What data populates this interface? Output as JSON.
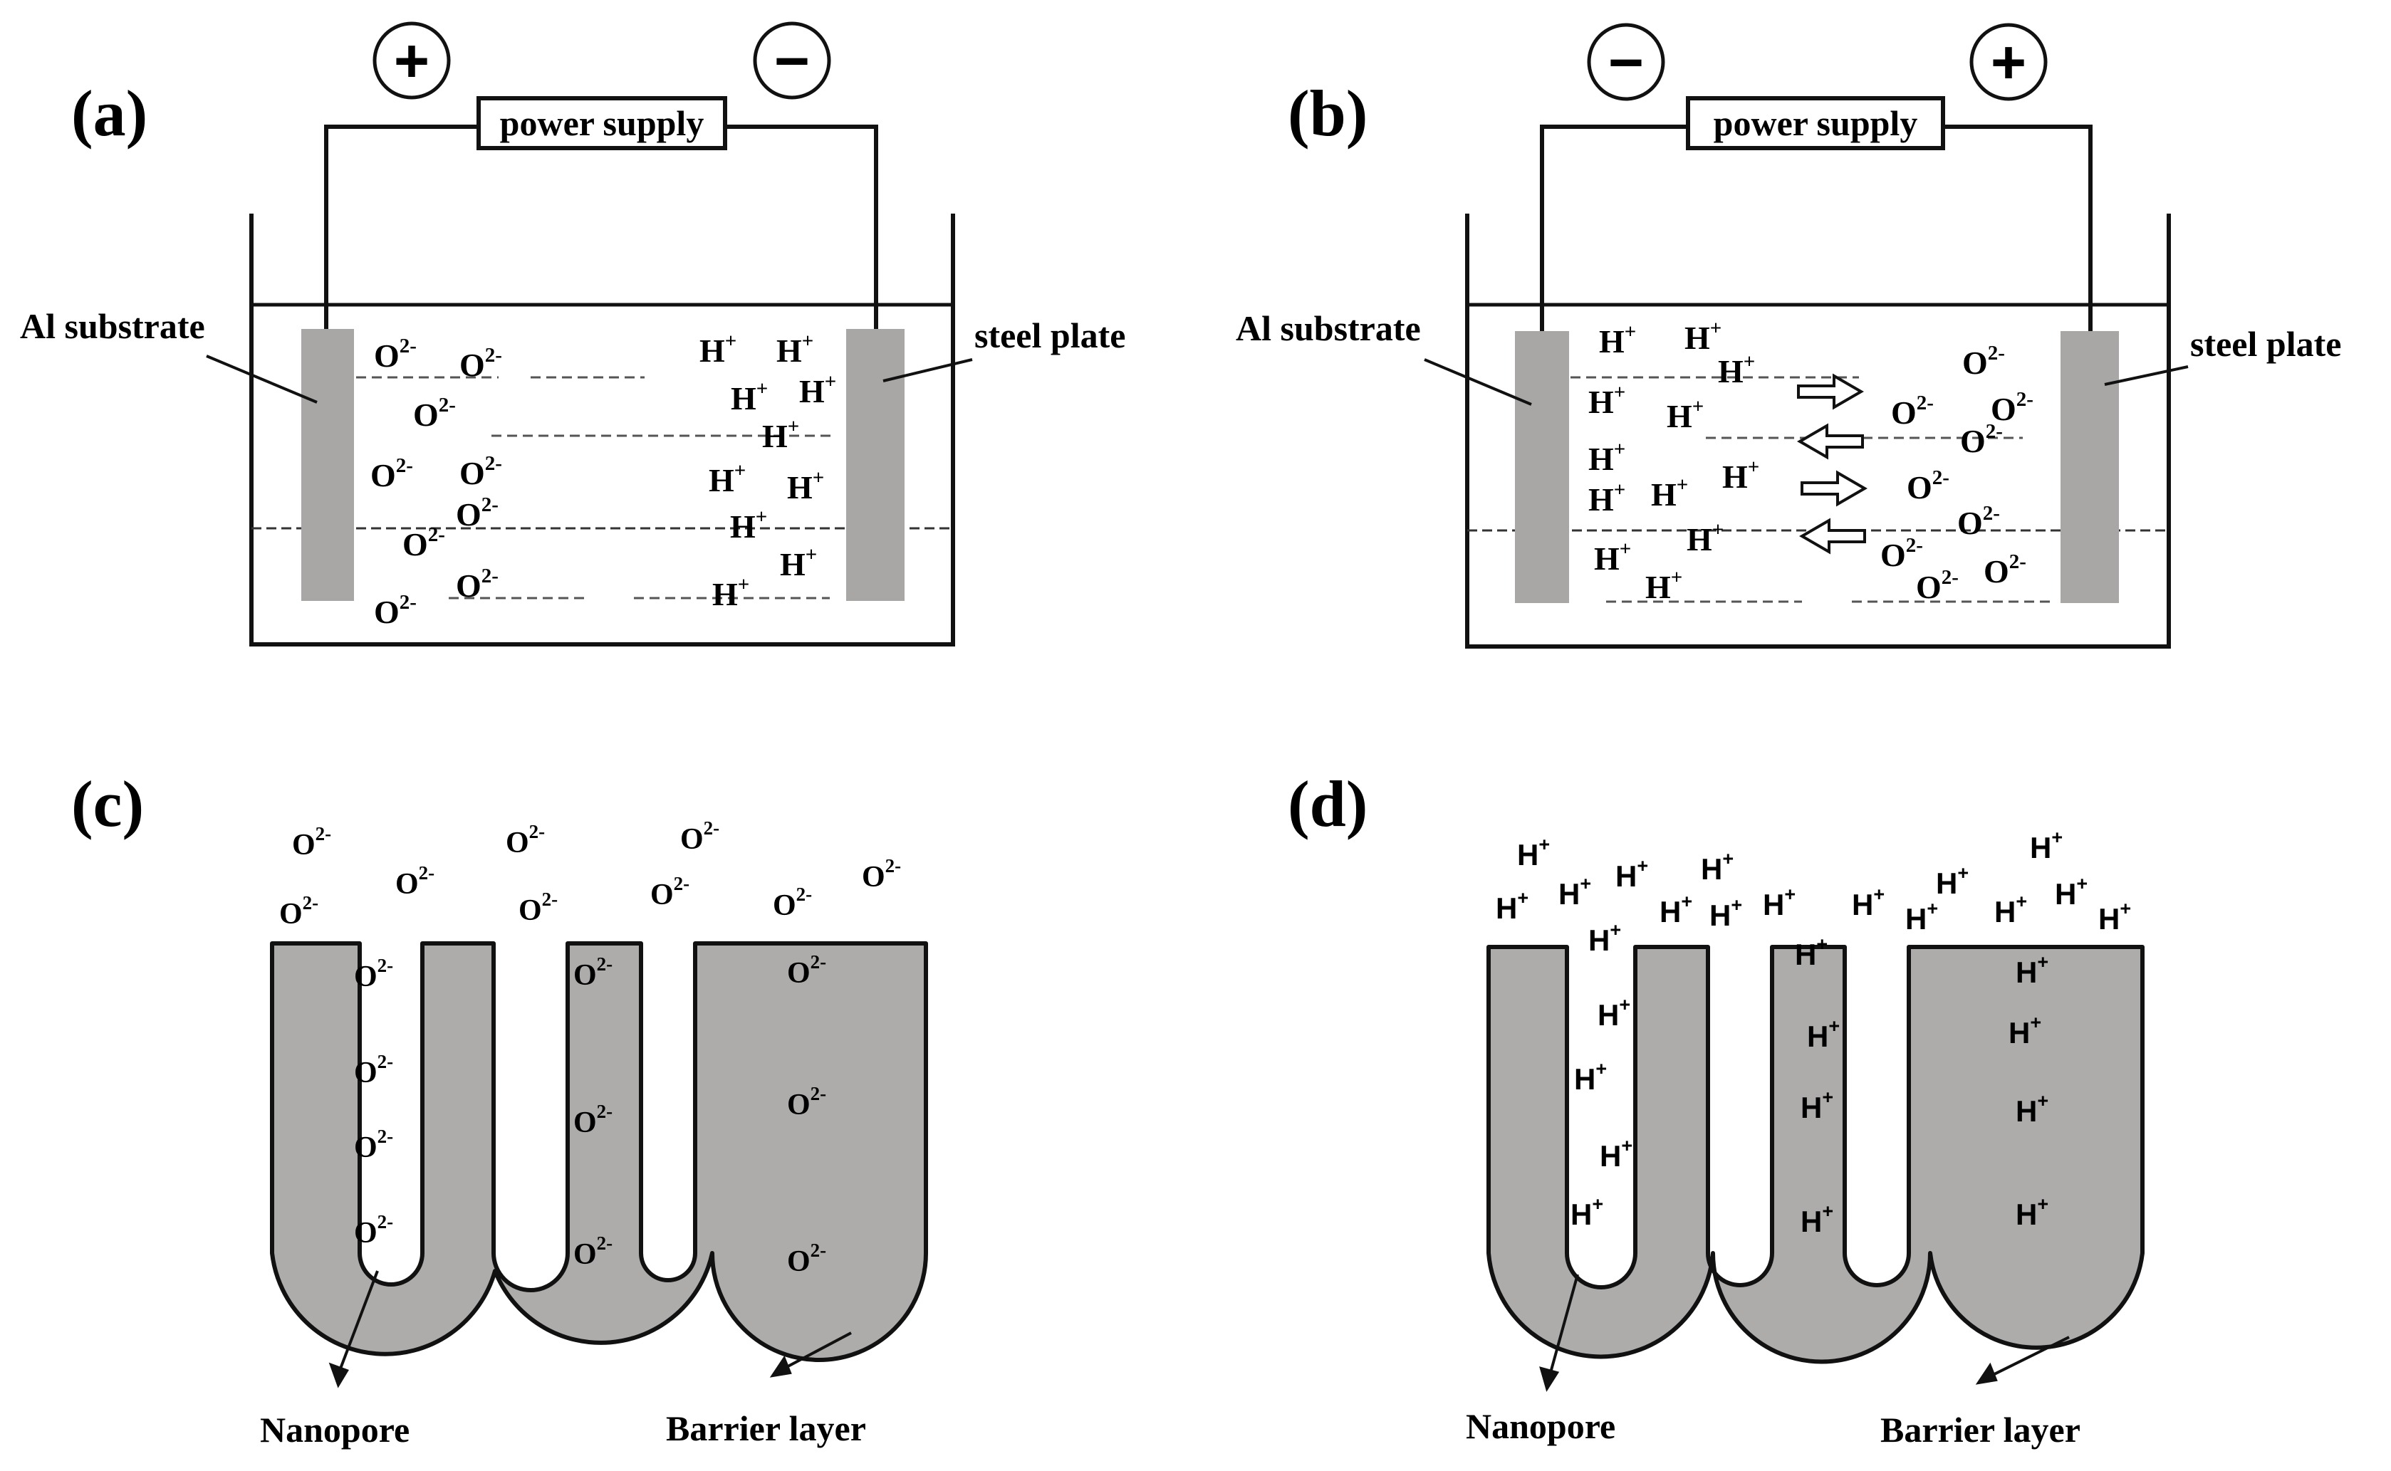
{
  "panels": {
    "a": {
      "label": "(a)",
      "power_label": "power supply",
      "left_sign": "+",
      "right_sign": "−",
      "left_electrode": "Al substrate",
      "right_electrode": "steel plate"
    },
    "b": {
      "label": "(b)",
      "power_label": "power supply",
      "left_sign": "−",
      "right_sign": "+",
      "left_electrode": "Al substrate",
      "right_electrode": "steel plate"
    },
    "c": {
      "label": "(c)",
      "pore_label": "Nanopore",
      "barrier_label": "Barrier layer"
    },
    "d": {
      "label": "(d)",
      "pore_label": "Nanopore",
      "barrier_label": "Barrier layer"
    }
  },
  "ions": {
    "oxide": {
      "symbol": "O",
      "charge": "2-"
    },
    "proton": {
      "symbol": "H",
      "charge": "+"
    }
  },
  "colors": {
    "ink": "#111111",
    "electrode": "#a9a6a6",
    "alumina": "#aeabab",
    "dash": "#555555"
  }
}
